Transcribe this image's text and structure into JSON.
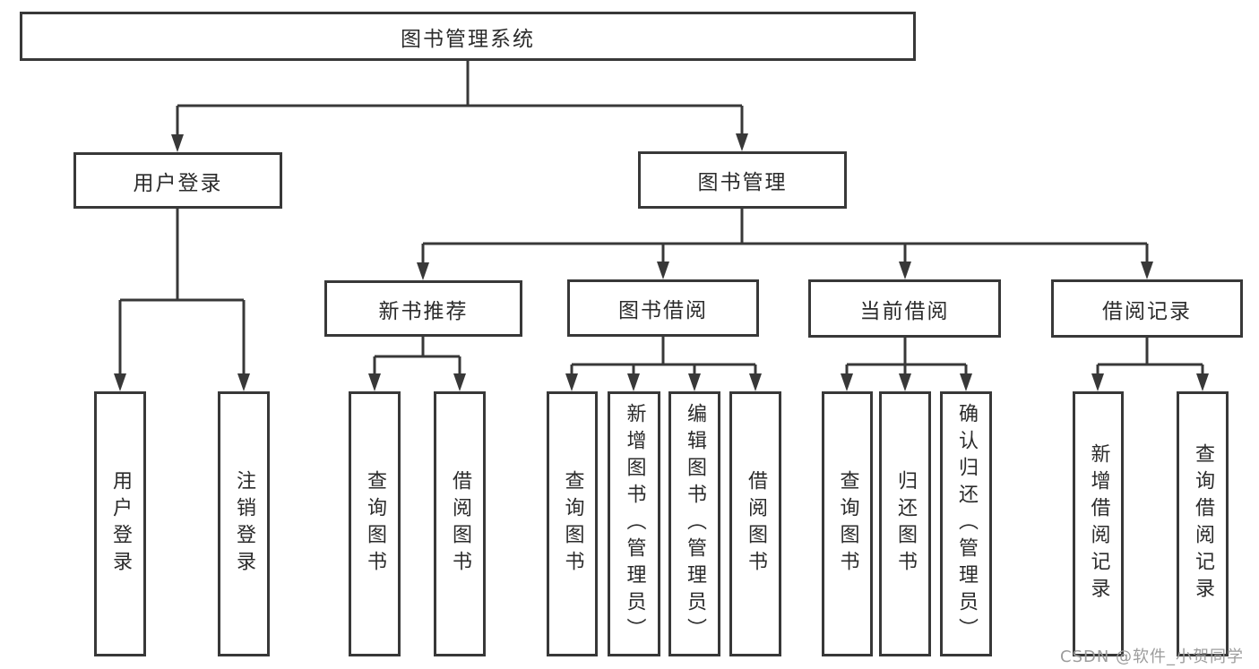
{
  "diagram": {
    "root": {
      "label": "图书管理系统"
    },
    "level2": [
      {
        "label": "用户登录"
      },
      {
        "label": "图书管理"
      }
    ],
    "level3": [
      {
        "label": "新书推荐"
      },
      {
        "label": "图书借阅"
      },
      {
        "label": "当前借阅"
      },
      {
        "label": "借阅记录"
      }
    ],
    "leaves": {
      "user_login": [
        {
          "label": "用户登录"
        },
        {
          "label": "注销登录"
        }
      ],
      "new_book": [
        {
          "label": "查询图书"
        },
        {
          "label": "借阅图书"
        }
      ],
      "book_borrow": [
        {
          "label": "查询图书"
        },
        {
          "label": "新增图书（管理员）"
        },
        {
          "label": "编辑图书（管理员）"
        },
        {
          "label": "借阅图书"
        }
      ],
      "current_borrow": [
        {
          "label": "查询图书"
        },
        {
          "label": "归还图书"
        },
        {
          "label": "确认归还（管理员）"
        }
      ],
      "borrow_record": [
        {
          "label": "新增借阅记录"
        },
        {
          "label": "查询借阅记录"
        }
      ]
    }
  },
  "watermark": {
    "text": "CSDN @软件_小贺同学"
  },
  "colors": {
    "line": "#383838",
    "text": "#2b2b2b",
    "watermark": "#9c9c9c",
    "background": "#ffffff"
  }
}
